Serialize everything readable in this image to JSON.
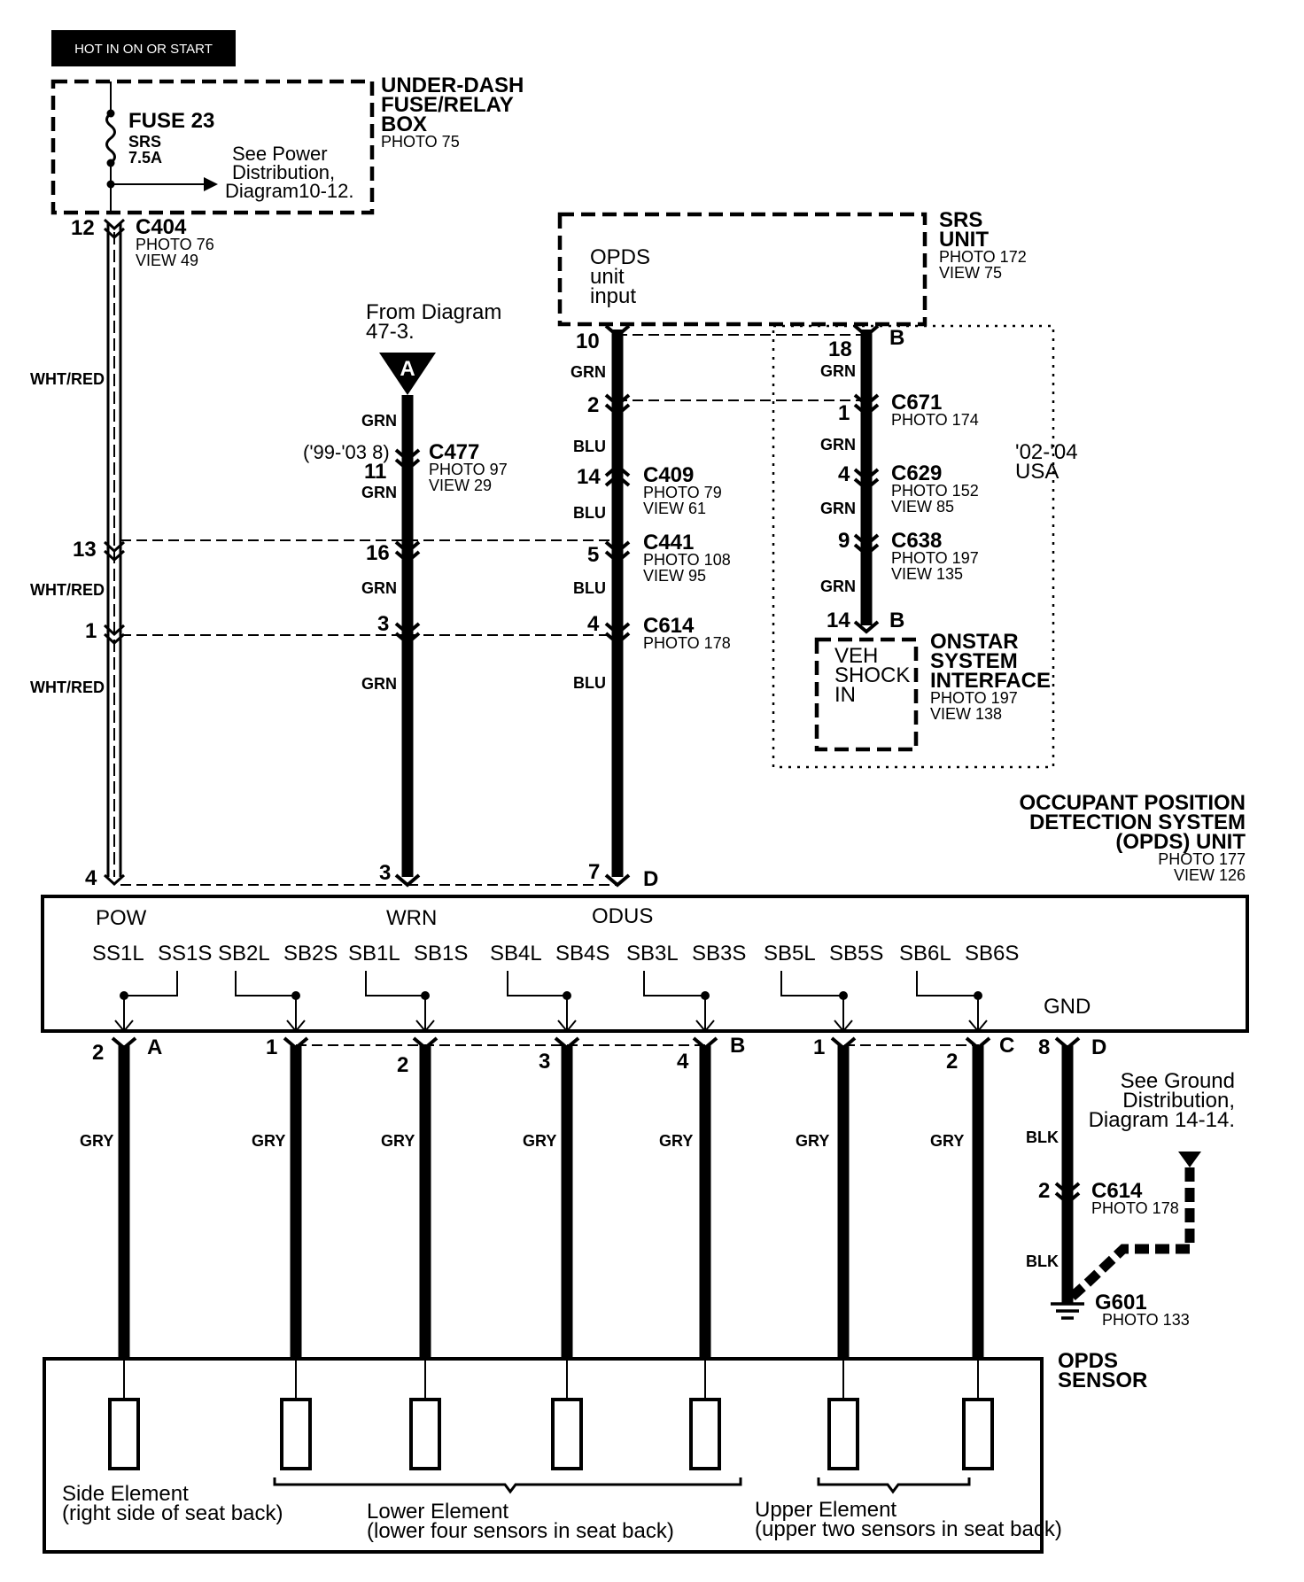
{
  "header": {
    "power_label": "HOT IN ON OR START"
  },
  "fuse_box": {
    "title_line1": "UNDER-DASH",
    "title_line2": "FUSE/RELAY",
    "title_line3": "BOX",
    "photo": "PHOTO 75",
    "fuse_name": "FUSE 23",
    "fuse_circuit": "SRS",
    "fuse_rating": "7.5A",
    "see_line1": "See Power",
    "see_line2": "Distribution,",
    "see_line3": "Diagram10-12."
  },
  "srs_unit": {
    "title_line1": "SRS",
    "title_line2": "UNIT",
    "photo": "PHOTO 172",
    "view": "VIEW 75",
    "inner_line1": "OPDS",
    "inner_line2": "unit",
    "inner_line3": "input"
  },
  "offpage": {
    "from_line1": "From Diagram",
    "from_line2": "47-3.",
    "flag_letter": "A"
  },
  "years": {
    "model_years": "('99-'03 8)",
    "variant_line1": "'02-'04",
    "variant_line2": "USA"
  },
  "connectors": {
    "c404": {
      "name": "C404",
      "photo": "PHOTO 76",
      "view": "VIEW 49"
    },
    "c477": {
      "name": "C477",
      "photo": "PHOTO 97",
      "view": "VIEW 29"
    },
    "c409": {
      "name": "C409",
      "photo": "PHOTO 79",
      "view": "VIEW 61"
    },
    "c441": {
      "name": "C441",
      "photo": "PHOTO 108",
      "view": "VIEW 95"
    },
    "c614": {
      "name": "C614",
      "photo": "PHOTO 178"
    },
    "c671": {
      "name": "C671",
      "photo": "PHOTO 174"
    },
    "c629": {
      "name": "C629",
      "photo": "PHOTO 152",
      "view": "VIEW 85"
    },
    "c638": {
      "name": "C638",
      "photo": "PHOTO 197",
      "view": "VIEW 135"
    },
    "c614b": {
      "name": "C614",
      "photo": "PHOTO 178"
    }
  },
  "pins": {
    "p12": "12",
    "p13": "13",
    "p1": "1",
    "p4": "4",
    "p11": "11",
    "p16": "16",
    "p3": "3",
    "p3b": "3",
    "p10": "10",
    "p2": "2",
    "p14": "14",
    "p5": "5",
    "p4b": "4",
    "p7": "7",
    "p18": "18",
    "p1b": "1",
    "p4c": "4",
    "p9": "9",
    "p14b": "14",
    "letter_b_top": "B",
    "letter_b_low": "B",
    "letter_d_top": "D",
    "s2": "2",
    "s1": "1",
    "s2b": "2",
    "s3": "3",
    "s4": "4",
    "s1b": "1",
    "s2c": "2",
    "s8": "8",
    "s2d": "2",
    "letter_a": "A",
    "letter_b2": "B",
    "letter_c": "C",
    "letter_d2": "D"
  },
  "wire_colors": {
    "wht_red": "WHT/RED",
    "grn": "GRN",
    "blu": "BLU",
    "gry": "GRY",
    "blk": "BLK"
  },
  "onstar": {
    "title_line1": "ONSTAR",
    "title_line2": "SYSTEM",
    "title_line3": "INTERFACE",
    "photo": "PHOTO 197",
    "view": "VIEW 138",
    "inner_line1": "VEH",
    "inner_line2": "SHOCK",
    "inner_line3": "IN"
  },
  "opds_unit": {
    "title_line1": "OCCUPANT POSITION",
    "title_line2": "DETECTION SYSTEM",
    "title_line3": "(OPDS) UNIT",
    "photo": "PHOTO 177",
    "view": "VIEW 126",
    "pow": "POW",
    "wrn": "WRN",
    "odus": "ODUS",
    "gnd": "GND",
    "terminals": [
      "SS1L",
      "SS1S",
      "SB2L",
      "SB2S",
      "SB1L",
      "SB1S",
      "SB4L",
      "SB4S",
      "SB3L",
      "SB3S",
      "SB5L",
      "SB5S",
      "SB6L",
      "SB6S"
    ]
  },
  "ground": {
    "see_line1": "See Ground",
    "see_line2": "Distribution,",
    "see_line3": "Diagram 14-14.",
    "name": "G601",
    "photo": "PHOTO 133"
  },
  "sensor": {
    "title_line1": "OPDS",
    "title_line2": "SENSOR",
    "side_line1": "Side Element",
    "side_line2": "(right side of seat back)",
    "lower_line1": "Lower Element",
    "lower_line2": "(lower four sensors in seat back)",
    "upper_line1": "Upper Element",
    "upper_line2": "(upper two sensors in seat back)"
  }
}
